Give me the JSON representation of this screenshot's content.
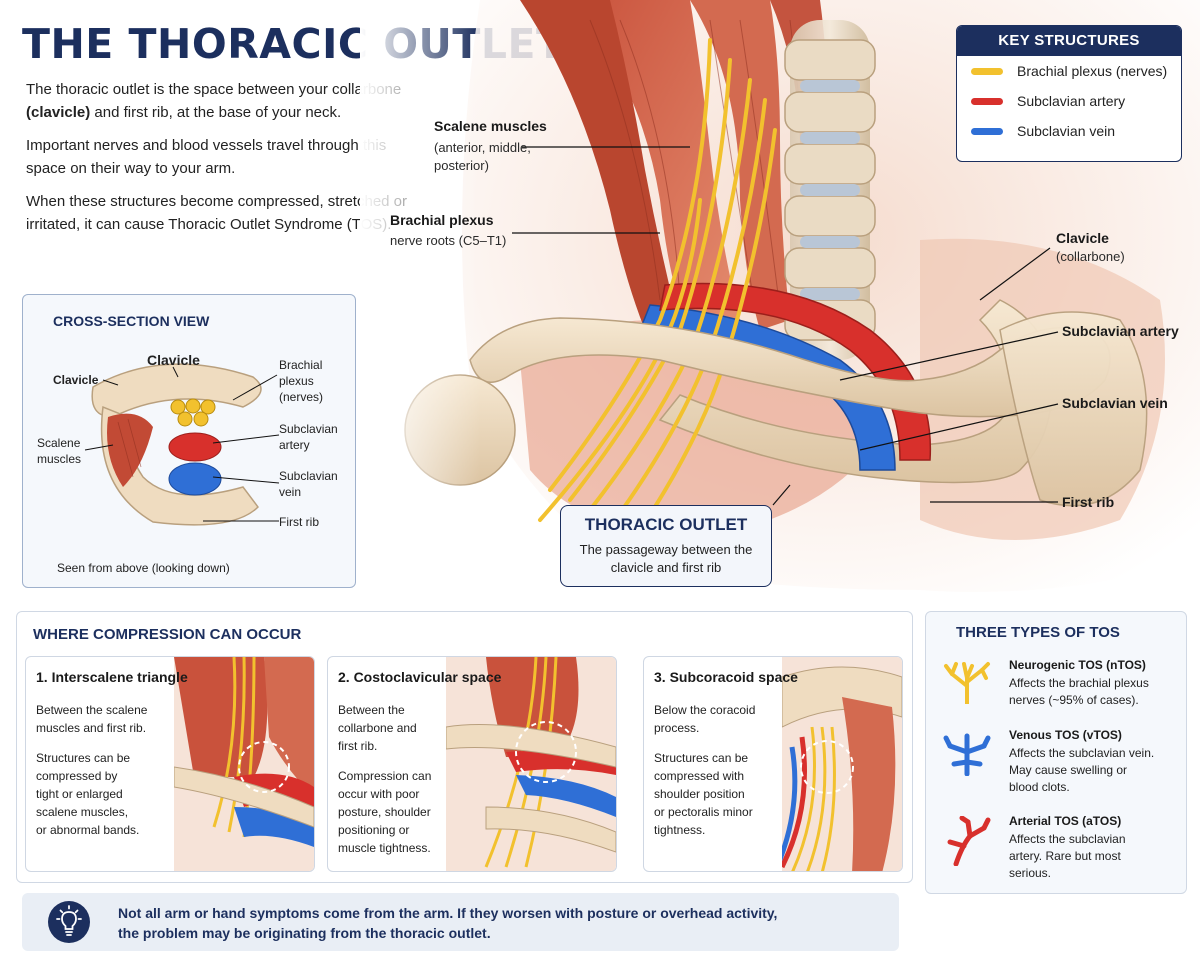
{
  "title": "THE THORACIC OUTLET",
  "intro": {
    "p1_a": "The thoracic outlet is the space between your collarbone",
    "p1_b_bold": "(clavicle)",
    "p1_b_rest": " and first rib, at the base of your neck.",
    "p2": "Important nerves and blood vessels travel through this space on their way to your arm.",
    "p3": "When these structures become compressed, stretched or irritated, it can cause Thoracic Outlet Syndrome (TOS)."
  },
  "hero_labels": {
    "scalene_title": "Scalene muscles",
    "scalene_sub1": "(anterior, middle,",
    "scalene_sub2": "posterior)",
    "plexus_title": "Brachial plexus",
    "plexus_sub": "nerve roots (C5–T1)",
    "clavicle_title": "Clavicle",
    "clavicle_sub": "(collarbone)",
    "artery": "Subclavian artery",
    "vein": "Subclavian vein",
    "first_rib": "First rib"
  },
  "key": {
    "title": "KEY STRUCTURES",
    "items": [
      {
        "label": "Brachial plexus (nerves)",
        "color": "#f2c12e"
      },
      {
        "label": "Subclavian artery",
        "color": "#d8302c"
      },
      {
        "label": "Subclavian vein",
        "color": "#2f6fd6"
      }
    ]
  },
  "cross_section": {
    "title": "CROSS-SECTION VIEW",
    "clavicle_top": "Clavicle",
    "clavicle_left": "Clavicle",
    "plexus_1": "Brachial",
    "plexus_2": "plexus",
    "plexus_3": "(nerves)",
    "scalene_1": "Scalene",
    "scalene_2": "muscles",
    "artery_1": "Subclavian",
    "artery_2": "artery",
    "vein_1": "Subclavian",
    "vein_2": "vein",
    "first_rib": "First rib",
    "caption": "Seen from above (looking down)"
  },
  "outlet_callout": {
    "title": "THORACIC OUTLET",
    "line1": "The passageway between the",
    "line2": "clavicle and first rib"
  },
  "compression": {
    "title": "WHERE COMPRESSION CAN OCCUR",
    "cards": [
      {
        "title": "1. Interscalene triangle",
        "p1": [
          "Between the scalene",
          "muscles and first rib."
        ],
        "p2": [
          "Structures can be",
          "compressed by",
          "tight or enlarged",
          "scalene muscles,",
          "or abnormal bands."
        ]
      },
      {
        "title": "2. Costoclavicular space",
        "p1": [
          "Between the",
          "collarbone and",
          "first rib."
        ],
        "p2": [
          "Compression can",
          "occur with poor",
          "posture, shoulder",
          "positioning or",
          "muscle tightness."
        ]
      },
      {
        "title": "3. Subcoracoid space",
        "p1": [
          "Below the coracoid",
          "process."
        ],
        "p2": [
          "Structures can be",
          "compressed with",
          "shoulder position",
          "or pectoralis minor",
          "tightness."
        ]
      }
    ]
  },
  "types": {
    "title": "THREE TYPES OF TOS",
    "items": [
      {
        "name": "Neurogenic TOS (nTOS)",
        "lines": [
          "Affects the brachial plexus",
          "nerves (~95% of cases)."
        ],
        "color": "#f2c12e"
      },
      {
        "name": "Venous TOS (vTOS)",
        "lines": [
          "Affects the subclavian vein.",
          "May cause swelling or",
          "blood clots."
        ],
        "color": "#2f6fd6"
      },
      {
        "name": "Arterial TOS (aTOS)",
        "lines": [
          "Affects the subclavian",
          "artery. Rare but most",
          "serious."
        ],
        "color": "#d8302c"
      }
    ]
  },
  "tip": {
    "line1": "Not all arm or hand symptoms come from the arm. If they worsen with posture or overhead activity,",
    "line2": "the problem may be originating from the thoracic outlet."
  }
}
